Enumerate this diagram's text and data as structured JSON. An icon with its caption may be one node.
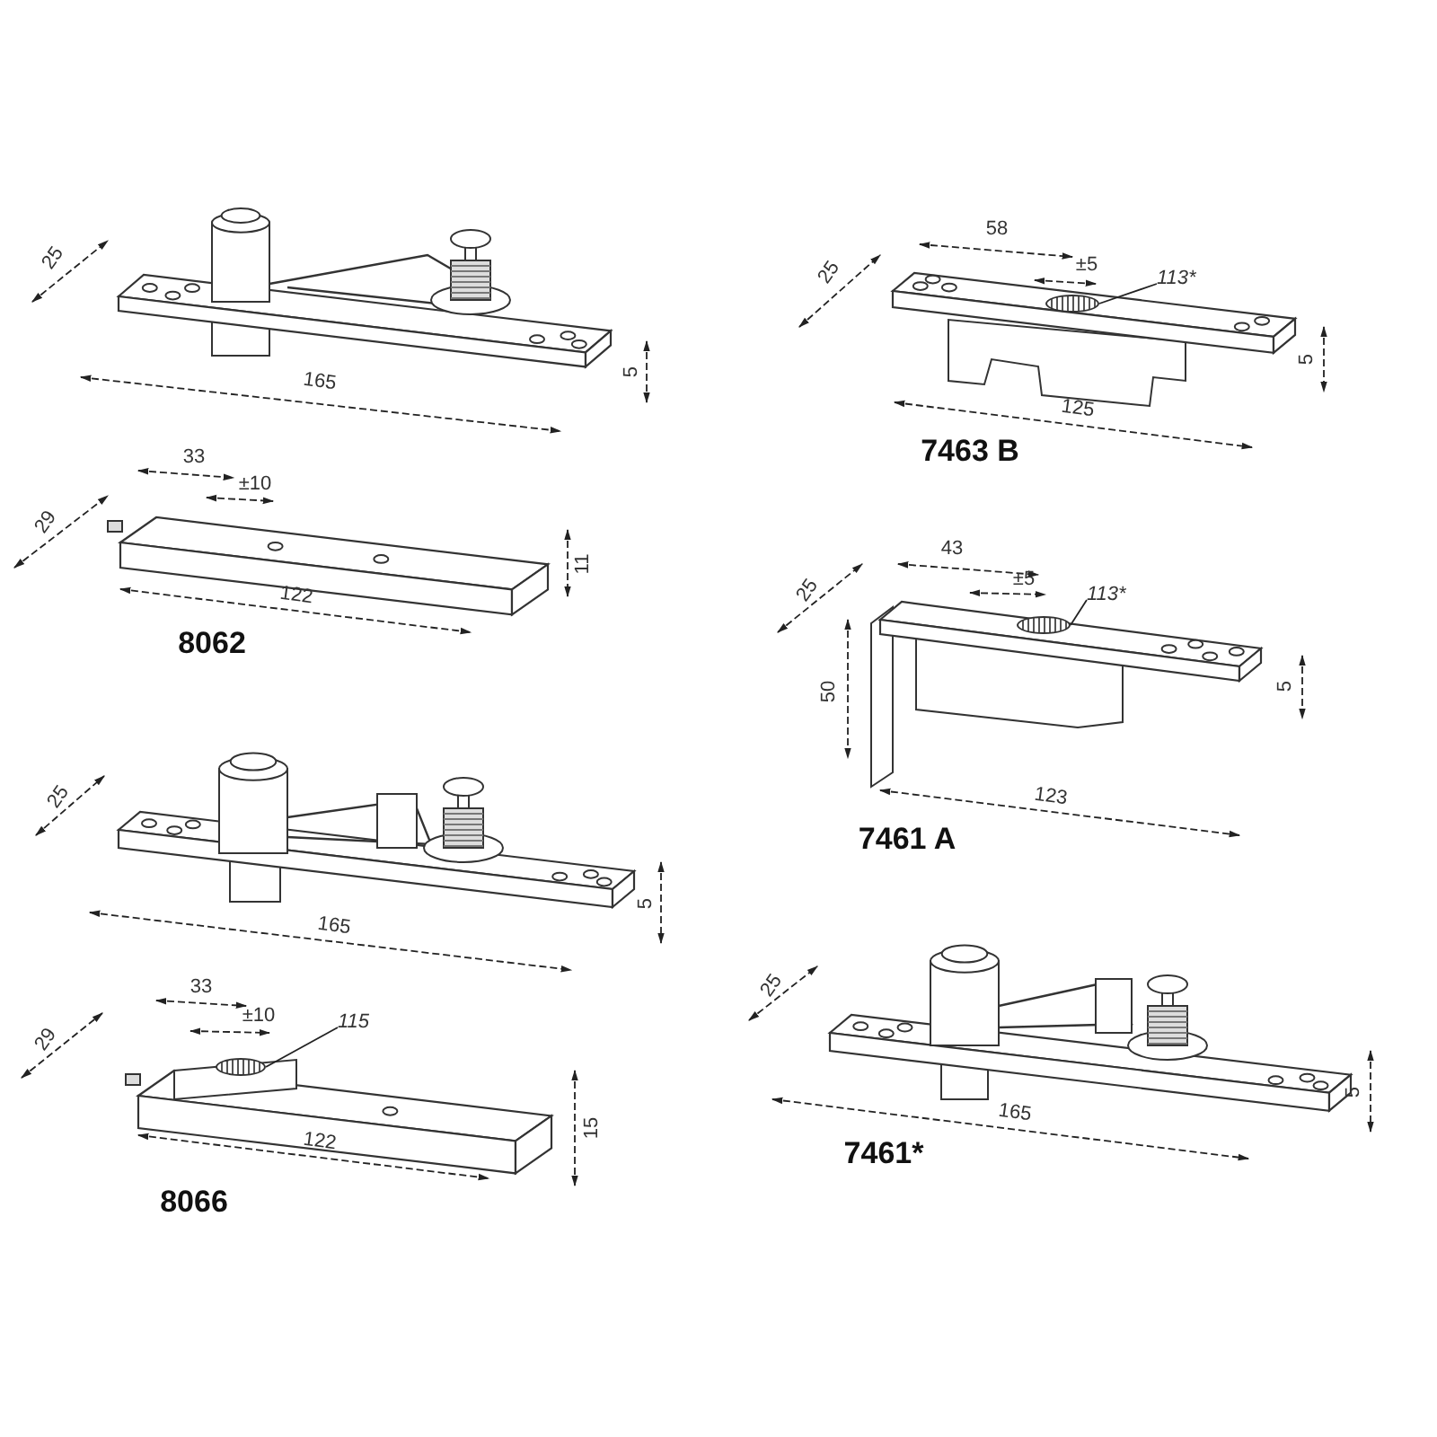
{
  "diagram": {
    "nodes": [
      {
        "text": [
          "113*"
        ]
      },
      {
        "text": [],
        "shape": "circle"
      },
      {
        "text": [
          "113*"
        ]
      },
      {
        "text": [],
        "shape": "circle"
      },
      {
        "text": [
          "115"
        ]
      },
      {
        "text": [],
        "shape": "circle"
      }
    ],
    "edges": [
      {
        "from": 0,
        "to": 1,
        "arrow": "none"
      },
      {
        "from": 2,
        "to": 3,
        "arrow": "none"
      },
      {
        "from": 4,
        "to": 5,
        "arrow": "none"
      }
    ],
    "labels": [
      "25",
      "5",
      "165",
      "58",
      "±5",
      "25",
      "5",
      "125",
      "7463 B",
      "33",
      "±10",
      "29",
      "11",
      "122",
      "8062",
      "43",
      "±5",
      "25",
      "50",
      "5",
      "123",
      "7461 A",
      "25",
      "5",
      "165",
      "25",
      "5",
      "165",
      "7461*",
      "33",
      "±10",
      "29",
      "15",
      "122",
      "8066"
    ]
  }
}
